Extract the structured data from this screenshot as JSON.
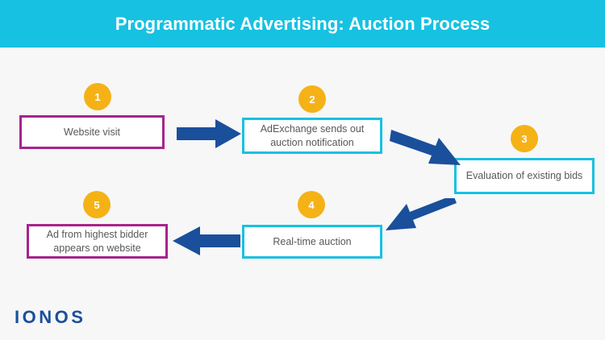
{
  "header": {
    "title": "Programmatic Advertising: Auction Process",
    "background_color": "#17c1e2",
    "text_color": "#ffffff"
  },
  "canvas": {
    "background_color": "#f7f7f7"
  },
  "colors": {
    "accent_cyan": "#17c1e2",
    "accent_magenta": "#a7238e",
    "badge_yellow": "#f5b217",
    "arrow_navy": "#1a4f9c",
    "box_text": "#585858",
    "logo_navy": "#1a4f9c"
  },
  "steps": [
    {
      "number": "1",
      "label": "Website visit",
      "border_color": "#a7238e"
    },
    {
      "number": "2",
      "label": "AdExchange sends out auction notification",
      "border_color": "#17c1e2"
    },
    {
      "number": "3",
      "label": "Evaluation of existing bids",
      "border_color": "#17c1e2"
    },
    {
      "number": "4",
      "label": "Real-time auction",
      "border_color": "#17c1e2"
    },
    {
      "number": "5",
      "label": "Ad from highest bidder appears on website",
      "border_color": "#a7238e"
    }
  ],
  "arrows": [
    {
      "name": "arrow-step1-to-step2",
      "direction": "right"
    },
    {
      "name": "arrow-step2-to-step3",
      "direction": "down-right"
    },
    {
      "name": "arrow-step3-to-step4",
      "direction": "down-left"
    },
    {
      "name": "arrow-step4-to-step5",
      "direction": "left"
    }
  ],
  "footer": {
    "logo_text": "IONOS"
  }
}
